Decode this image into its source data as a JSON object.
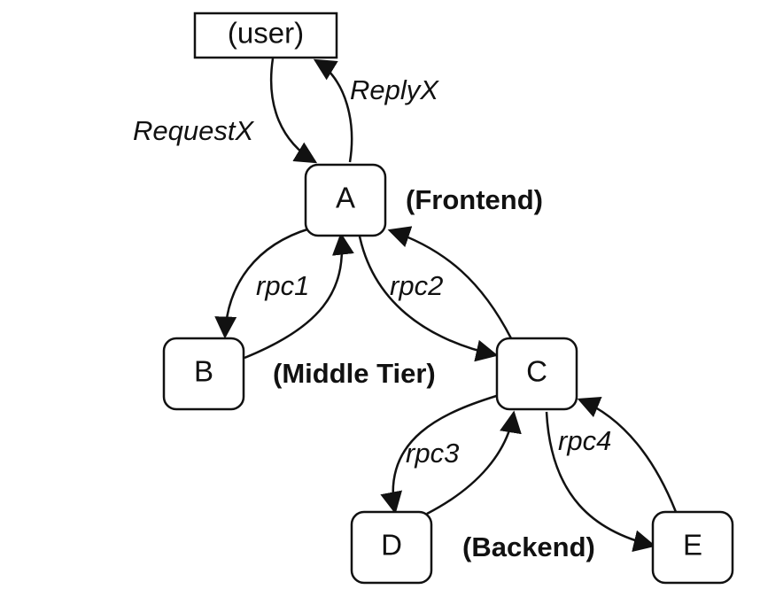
{
  "nodes": {
    "user": "(user)",
    "A": "A",
    "B": "B",
    "C": "C",
    "D": "D",
    "E": "E"
  },
  "tiers": {
    "frontend": "(Frontend)",
    "middle": "(Middle Tier)",
    "backend": "(Backend)"
  },
  "edges": {
    "request": "RequestX",
    "reply": "ReplyX",
    "rpc1": "rpc1",
    "rpc2": "rpc2",
    "rpc3": "rpc3",
    "rpc4": "rpc4"
  },
  "colors": {
    "stroke": "#111111",
    "background": "#ffffff"
  }
}
